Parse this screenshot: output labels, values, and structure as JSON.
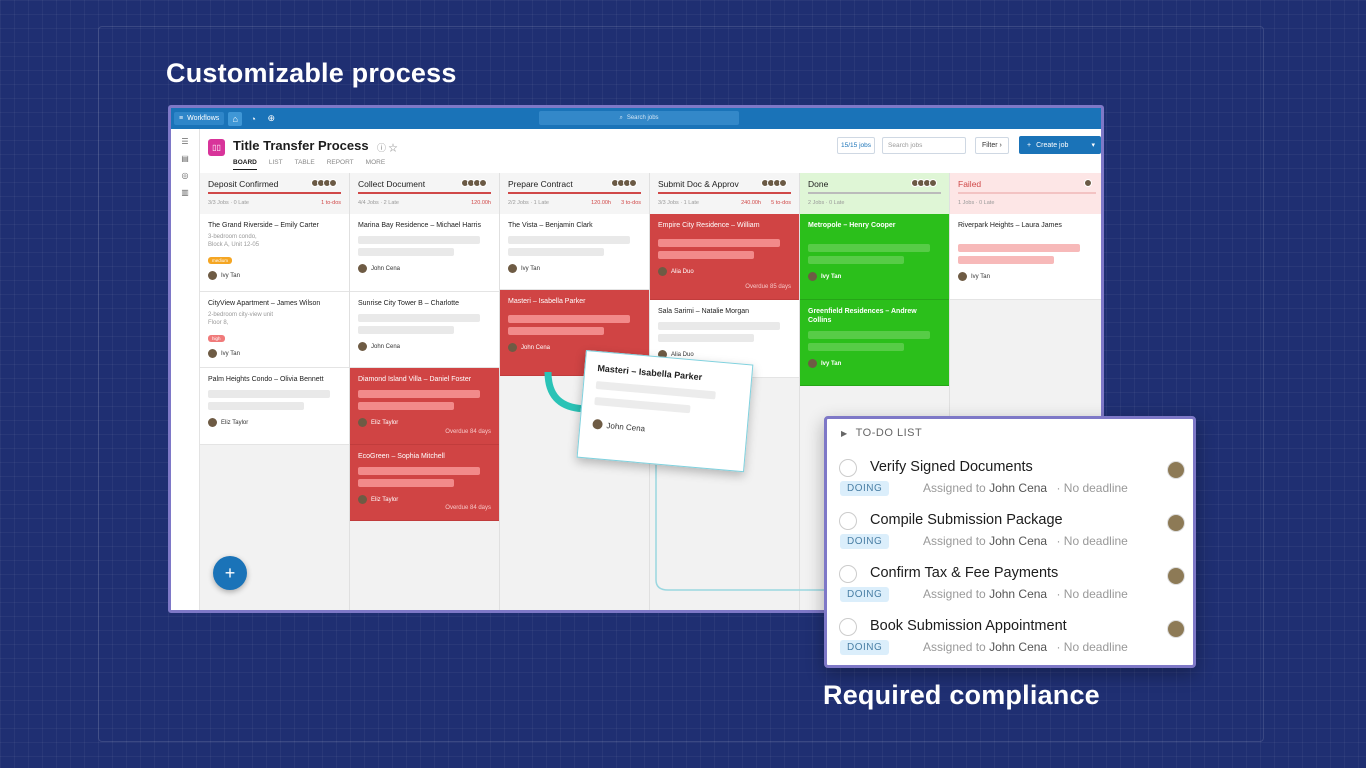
{
  "headline_top": "Customizable process",
  "headline_bottom": "Required compliance",
  "app": {
    "topbar": {
      "workflows": "Workflows",
      "search": "Search jobs"
    },
    "title": "Title Transfer Process",
    "tabs": [
      "BOARD",
      "LIST",
      "TABLE",
      "REPORT",
      "MORE"
    ],
    "jobs_count": "15/15 jobs",
    "search_placeholder": "Search jobs",
    "filter": "Filter",
    "create": "Create job"
  },
  "columns": [
    {
      "name": "Deposit Confirmed",
      "meta": "3/3 Jobs · 0 Late",
      "late": "1 to-dos",
      "cards": [
        {
          "title": "The Grand Riverside – Emily Carter",
          "sub": "3-bedroom condo,",
          "sub2": "Block A, Unit 12-05",
          "tag": "medium",
          "user": "Ivy Tan"
        },
        {
          "title": "CityView Apartment – James Wilson",
          "sub": "2-bedroom city-view unit",
          "sub2": "Floor 8,",
          "tag": "high",
          "user": "Ivy Tan"
        },
        {
          "title": "Palm Heights Condo – Olivia Bennett",
          "user": "Eliz Taylor"
        }
      ]
    },
    {
      "name": "Collect Document",
      "meta": "4/4 Jobs · 2 Late",
      "late": "120.00h",
      "cards": [
        {
          "title": "Marina Bay Residence – Michael Harris",
          "user": "John Cena"
        },
        {
          "title": "Sunrise City Tower B – Charlotte",
          "user": "John Cena"
        },
        {
          "title": "Diamond Island Villa – Daniel Foster",
          "user": "Eliz Taylor",
          "overdue": "Overdue 84 days"
        },
        {
          "title": "EcoGreen – Sophia Mitchell",
          "user": "Eliz Taylor",
          "overdue": "Overdue 84 days"
        }
      ]
    },
    {
      "name": "Prepare Contract",
      "meta": "2/2 Jobs · 1 Late",
      "late": "120.00h",
      "late2": "3 to-dos",
      "cards": [
        {
          "title": "The Vista – Benjamin Clark",
          "user": "Ivy Tan"
        },
        {
          "title": "Masteri – Isabella Parker",
          "user": "John Cena"
        }
      ]
    },
    {
      "name": "Submit Doc & Approv",
      "meta": "3/3 Jobs · 1 Late",
      "late": "240.00h",
      "late2": "5 to-dos",
      "cards": [
        {
          "title": "Empire City Residence – William",
          "user": "Alia Duo",
          "overdue": "Overdue 85 days"
        },
        {
          "title": "Sala Sarimi – Natalie Morgan",
          "user": "Alia Duo"
        }
      ]
    },
    {
      "name": "Done",
      "meta": "2 Jobs · 0 Late",
      "cards": [
        {
          "title": "Metropole – Henry Cooper",
          "user": "Ivy Tan"
        },
        {
          "title": "Greenfield Residences – Andrew Collins",
          "user": "Ivy Tan"
        }
      ]
    },
    {
      "name": "Failed",
      "meta": "1 Jobs · 0 Late",
      "cards": [
        {
          "title": "Riverpark Heights – Laura James",
          "user": "Ivy Tan"
        }
      ]
    }
  ],
  "drag_card": {
    "title": "Masteri – Isabella Parker",
    "user": "John Cena"
  },
  "todo": {
    "heading": "TO-DO LIST",
    "items": [
      {
        "title": "Verify Signed Documents",
        "status": "DOING",
        "assigned": "Assigned to",
        "assignee": "John Cena",
        "deadline": "· No deadline"
      },
      {
        "title": "Compile Submission Package",
        "status": "DOING",
        "assigned": "Assigned to",
        "assignee": "John Cena",
        "deadline": "· No deadline"
      },
      {
        "title": "Confirm Tax & Fee Payments",
        "status": "DOING",
        "assigned": "Assigned to",
        "assignee": "John Cena",
        "deadline": "· No deadline"
      },
      {
        "title": "Book Submission Appointment",
        "status": "DOING",
        "assigned": "Assigned to",
        "assignee": "John Cena",
        "deadline": "· No deadline"
      }
    ]
  },
  "colors": {
    "accent": "#1a73b8",
    "overdue": "#d04444",
    "done": "#2bbf1b",
    "tag_medium": "#f5a623",
    "tag_high": "#f07a7a"
  }
}
